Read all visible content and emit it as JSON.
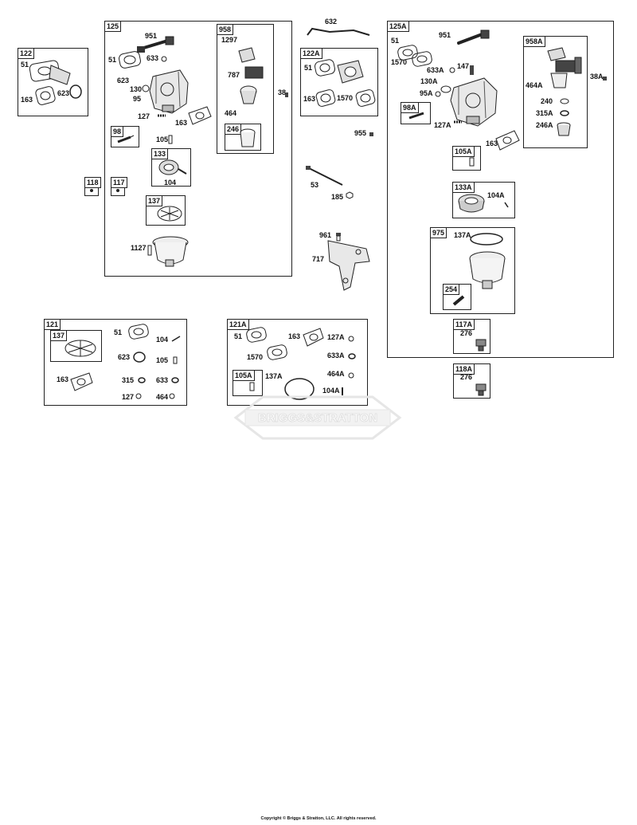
{
  "boxes": {
    "b122": "122",
    "b125": "125",
    "b958": "958",
    "b98": "98",
    "b133": "133",
    "b246": "246",
    "b137": "137",
    "b118": "118",
    "b117": "117",
    "b122A": "122A",
    "b125A": "125A",
    "b958A": "958A",
    "b98A": "98A",
    "b105A": "105A",
    "b133A": "133A",
    "b975": "975",
    "b254": "254",
    "b117A": "117A",
    "b118A": "118A",
    "b121": "121",
    "b137b": "137",
    "b121A": "121A",
    "b105Ab": "105A"
  },
  "labels": {
    "l122_51": "51",
    "l122_163": "163",
    "l122_623": "623",
    "l125_951": "951",
    "l125_51": "51",
    "l125_633": "633",
    "l125_623": "623",
    "l125_130": "130",
    "l125_95": "95",
    "l125_127": "127",
    "l125_163": "163",
    "l125_105": "105",
    "l125_104": "104",
    "l125_1127": "1127",
    "l958_1297": "1297",
    "l958_787": "787",
    "l958_464": "464",
    "l38": "38",
    "l632": "632",
    "l122A_51": "51",
    "l122A_163": "163",
    "l122A_1570": "1570",
    "l955": "955",
    "l53": "53",
    "l185": "185",
    "l961": "961",
    "l717": "717",
    "l125A_51": "51",
    "l125A_951": "951",
    "l125A_1570": "1570",
    "l125A_633A": "633A",
    "l125A_147": "147",
    "l125A_130A": "130A",
    "l125A_95A": "95A",
    "l125A_127A": "127A",
    "l125A_163": "163",
    "l958A_464A": "464A",
    "l958A_240": "240",
    "l958A_315A": "315A",
    "l958A_246A": "246A",
    "l38A": "38A",
    "l133A_104A": "104A",
    "l975_137A": "137A",
    "l117A_276": "276",
    "l118A_276": "276",
    "l121_51": "51",
    "l121_104": "104",
    "l121_623": "623",
    "l121_105": "105",
    "l121_163": "163",
    "l121_315": "315",
    "l121_633": "633",
    "l121_127": "127",
    "l121_464": "464",
    "l121A_51": "51",
    "l121A_163": "163",
    "l121A_127A": "127A",
    "l121A_1570": "1570",
    "l121A_633A": "633A",
    "l121A_137A": "137A",
    "l121A_464A": "464A",
    "l121A_104A": "104A"
  },
  "watermark": "BRIGGS&STRATTON",
  "copyright": "Copyright © Briggs & Stratton, LLC. All rights reserved."
}
